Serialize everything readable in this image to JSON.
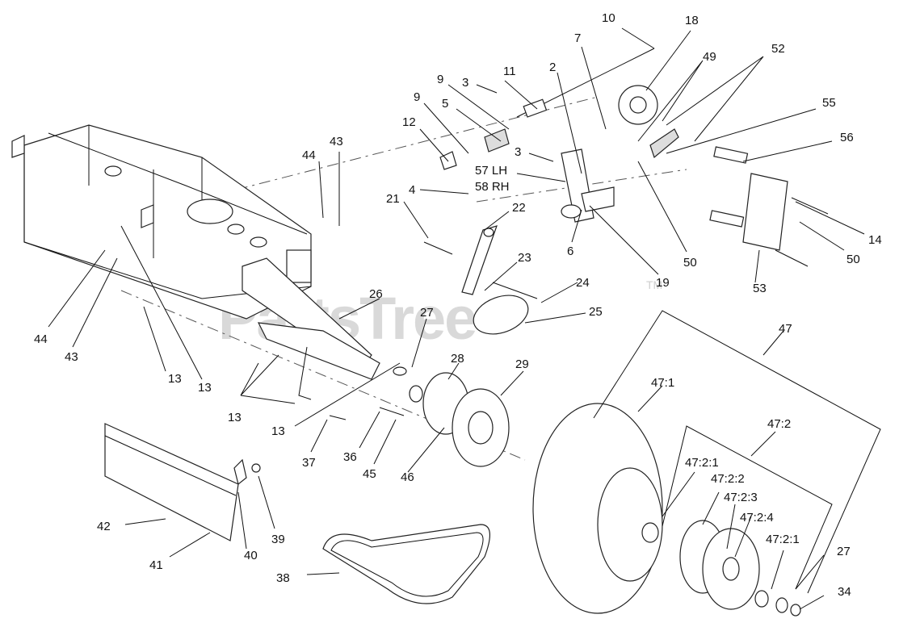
{
  "watermark": {
    "text": "PartsTree",
    "trademark": "TM"
  },
  "callouts": [
    "10",
    "18",
    "7",
    "49",
    "52",
    "2",
    "11",
    "3",
    "9",
    "9",
    "5",
    "55",
    "12",
    "3",
    "56",
    "57 LH",
    "58 RH",
    "4",
    "44",
    "43",
    "21",
    "22",
    "14",
    "50",
    "50",
    "6",
    "19",
    "53",
    "23",
    "24",
    "25",
    "26",
    "27",
    "47",
    "28",
    "29",
    "47:1",
    "47:2",
    "44",
    "43",
    "13",
    "13",
    "13",
    "13",
    "37",
    "36",
    "45",
    "46",
    "47:2:1",
    "47:2:2",
    "47:2:3",
    "47:2:4",
    "47:2:1",
    "27",
    "34",
    "42",
    "39",
    "40",
    "41",
    "38"
  ]
}
